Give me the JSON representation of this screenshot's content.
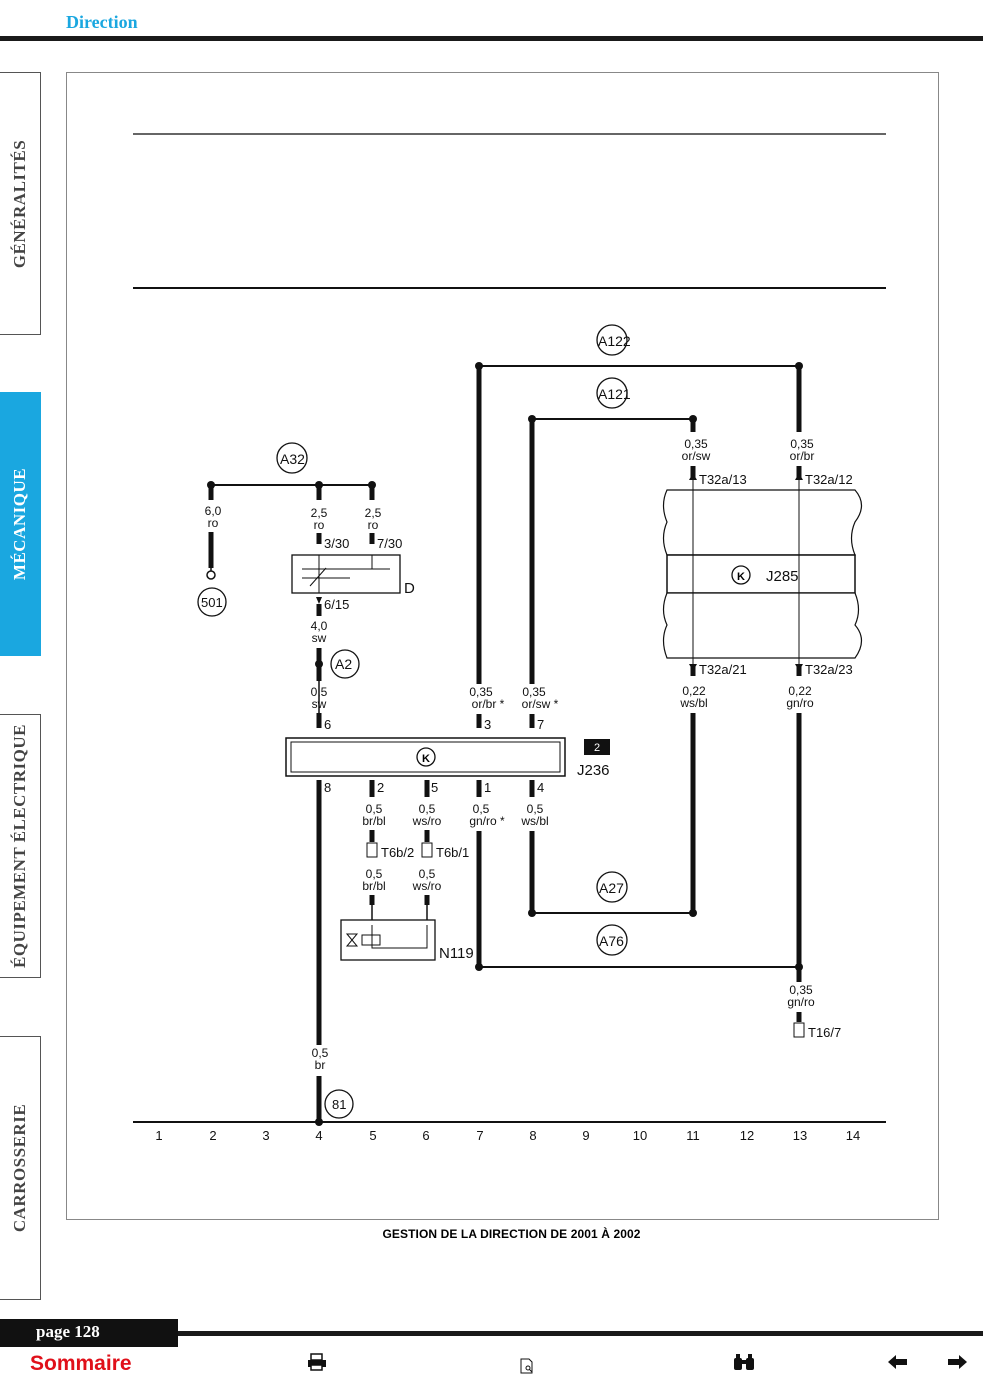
{
  "header": {
    "section": "Direction"
  },
  "side_tabs": [
    {
      "label": "GÉNÉRALITÉS",
      "active": false
    },
    {
      "label": "MÉCANIQUE",
      "active": true
    },
    {
      "label": "ÉQUIPEMENT ÉLECTRIQUE",
      "active": false
    },
    {
      "label": "CARROSSERIE",
      "active": false
    }
  ],
  "diagram": {
    "connectors": {
      "A122": "A122",
      "A121": "A121",
      "A32": "A32",
      "A2": "A2",
      "A27": "A27",
      "A76": "A76",
      "n501": "501",
      "n81": "81"
    },
    "components": {
      "D": "D",
      "J285": "J285",
      "J236": "J236",
      "N119": "N119",
      "badge_2": "2"
    },
    "wires": {
      "w1": [
        "6,0",
        "ro"
      ],
      "w2": [
        "2,5",
        "ro"
      ],
      "w3": [
        "2,5",
        "ro"
      ],
      "w4": [
        "4,0",
        "sw"
      ],
      "w5": [
        "0,5",
        "sw"
      ],
      "w6": [
        "0,35",
        "or/br *"
      ],
      "w7": [
        "0,35",
        "or/sw *"
      ],
      "w8": [
        "0,35",
        "or/sw"
      ],
      "w9": [
        "0,35",
        "or/br"
      ],
      "w10": [
        "0,22",
        "ws/bl"
      ],
      "w11": [
        "0,22",
        "gn/ro"
      ],
      "w12": [
        "0,5",
        "br/bl"
      ],
      "w13": [
        "0,5",
        "ws/ro"
      ],
      "w14": [
        "0,5",
        "gn/ro *"
      ],
      "w15": [
        "0,5",
        "ws/bl"
      ],
      "w16": [
        "0,5",
        "br/bl"
      ],
      "w17": [
        "0,5",
        "ws/ro"
      ],
      "w18": [
        "0,35",
        "gn/ro"
      ],
      "w19": [
        "0,5",
        "br"
      ]
    },
    "pins": {
      "d30": "3/30",
      "d7": "7/30",
      "d615": "6/15",
      "t13": "T32a/13",
      "t12": "T32a/12",
      "t21": "T32a/21",
      "t23": "T32a/23",
      "p6": "6",
      "p3": "3",
      "p7": "7",
      "p8": "8",
      "p2": "2",
      "p5": "5",
      "p1": "1",
      "p4": "4",
      "t6b2": "T6b/2",
      "t6b1": "T6b/1",
      "t167": "T16/7"
    },
    "grid_numbers": [
      "1",
      "2",
      "3",
      "4",
      "5",
      "6",
      "7",
      "8",
      "9",
      "10",
      "11",
      "12",
      "13",
      "14"
    ]
  },
  "caption": "GESTION DE LA DIRECTION DE 2001 À 2002",
  "footer": {
    "page": "page 128",
    "sommaire": "Sommaire",
    "icons": [
      "printer-icon",
      "document-icon",
      "binoculars-icon",
      "arrow-left-icon",
      "arrow-right-icon"
    ]
  },
  "colors": {
    "accent": "#1aa7e0",
    "sommaire": "#e0101a",
    "ink": "#111111"
  }
}
